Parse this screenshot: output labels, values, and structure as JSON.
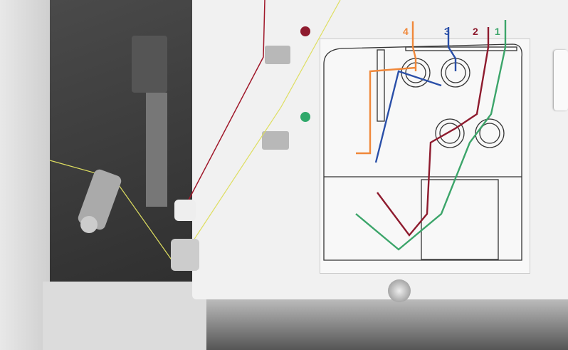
{
  "diagram": {
    "thread_labels": [
      "4",
      "3",
      "2",
      "1"
    ],
    "thread_colors": [
      "#f0883a",
      "#2a4fa8",
      "#8e1b2e",
      "#3ca56a"
    ],
    "guide_dot_colors": [
      "#8e1b2e",
      "#2fa86a"
    ]
  }
}
